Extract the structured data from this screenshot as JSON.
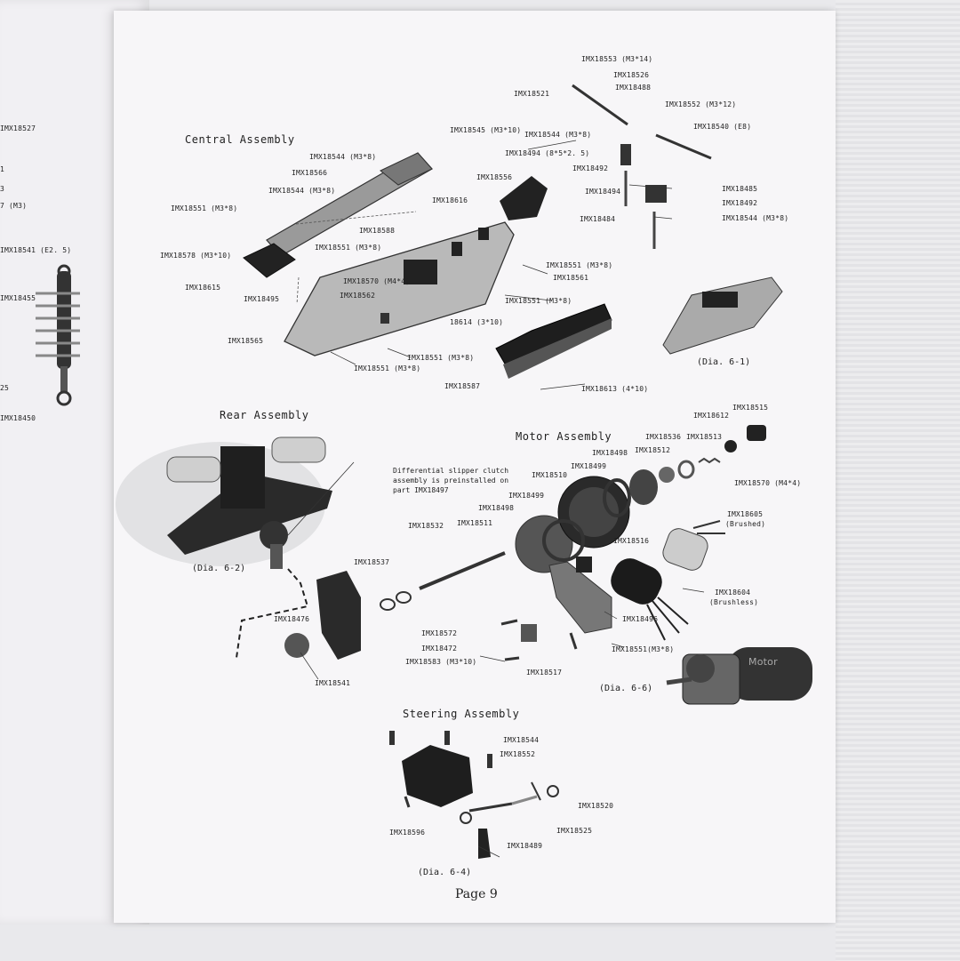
{
  "left_page": {
    "labels": [
      "IMX18527",
      "1",
      "3",
      "7 (M3)",
      "IMX18541 (E2. 5)",
      "IMX18455",
      "25",
      "IMX18450"
    ]
  },
  "headings": {
    "central": "Central Assembly",
    "rear": "Rear Assembly",
    "motor": "Motor Assembly",
    "steering": "Steering Assembly"
  },
  "central_labels": [
    "IMX18553 (M3*14)",
    "IMX18526",
    "IMX18521",
    "IMX18488",
    "IMX18552 (M3*12)",
    "IMX18545 (M3*10)",
    "IMX18544 (M3*8)",
    "IMX18540 (E8)",
    "IMX18494 (8*5*2. 5)",
    "IMX18544 (M3*8)",
    "IMX18566",
    "IMX18492",
    "IMX18556",
    "IMX18485",
    "IMX18544 (M3*8)",
    "IMX18494",
    "IMX18492",
    "IMX18551 (M3*8)",
    "IMX18616",
    "IMX18484",
    "IMX18544 (M3*8)",
    "IMX18588",
    "IMX18551 (M3*8)",
    "IMX18578 (M3*10)",
    "IMX18551 (M3*8)",
    "IMX18570 (M4*4)",
    "IMX18561",
    "IMX18615",
    "IMX18562",
    "IMX18495",
    "IMX18551 (M3*8)",
    "18614 (3*10)",
    "IMX18565",
    "IMX18551 (M3*8)",
    "IMX18551 (M3*8)",
    "IMX18587",
    "IMX18613 (4*10)"
  ],
  "diagrams": {
    "d61": "(Dia. 6-1)",
    "d62": "(Dia. 6-2)",
    "d66": "(Dia. 6-6)",
    "d64": "(Dia. 6-4)"
  },
  "note": "Differential slipper clutch assembly is preinstalled on part IMX18497",
  "motor_labels": [
    "IMX18515",
    "IMX18612",
    "IMX18536",
    "IMX18513",
    "IMX18498",
    "IMX18512",
    "IMX18499",
    "IMX18510",
    "IMX18570 (M4*4)",
    "IMX18499",
    "IMX18498",
    "IMX18532",
    "IMX18511",
    "IMX18605",
    "(Brushed)",
    "IMX18516",
    "IMX18537",
    "IMX18604",
    "(Brushless)",
    "IMX18476",
    "IMX18496",
    "IMX18572",
    "IMX18472",
    "IMX18551(M3*8)",
    "IMX18583 (M3*10)",
    "IMX18517",
    "IMX18541"
  ],
  "steering_labels": [
    "IMX18544",
    "IMX18552",
    "IMX18520",
    "IMX18525",
    "IMX18596",
    "IMX18489"
  ],
  "motor_can_text": "Motor",
  "page_number": "Page 9"
}
